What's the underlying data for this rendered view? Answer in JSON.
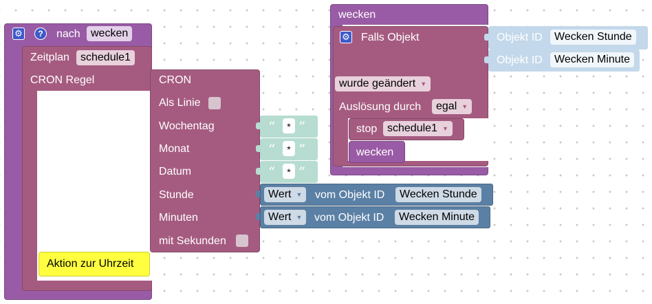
{
  "left_block": {
    "after_label": "nach",
    "after_value": "wecken",
    "schedule_label": "Zeitplan",
    "schedule_value": "schedule1",
    "cron_rule_label": "CRON Regel",
    "action_label": "Aktion zur Uhrzeit"
  },
  "cron_block": {
    "title": "CRON",
    "as_line_label": "Als Linie",
    "weekday_label": "Wochentag",
    "month_label": "Monat",
    "date_label": "Datum",
    "hour_label": "Stunde",
    "minutes_label": "Minuten",
    "seconds_label": "mit Sekunden",
    "weekday_value": "*",
    "month_value": "*",
    "date_value": "*"
  },
  "value_blocks": {
    "hour_value_dropdown": "Wert",
    "hour_from_label": "vom Objekt ID",
    "hour_object": "Wecken Stunde",
    "minute_value_dropdown": "Wert",
    "minute_from_label": "vom Objekt ID",
    "minute_object": "Wecken Minute"
  },
  "right_block": {
    "function_name": "wecken",
    "if_object_label": "Falls Objekt",
    "object_id_label_1": "Objekt ID",
    "object_id_value_1": "Wecken Stunde",
    "object_id_label_2": "Objekt ID",
    "object_id_value_2": "Wecken Minute",
    "changed_dropdown": "wurde geändert",
    "triggered_by_label": "Auslösung durch",
    "triggered_by_value": "egal",
    "stop_label": "stop",
    "stop_value": "schedule1",
    "call_label": "wecken"
  },
  "colors": {
    "purple_block": "#a55b80",
    "procedure_block": "#995ba5",
    "text_block": "#b7dcd1",
    "object_block": "#5b80a5",
    "object_id_block": "#c3d8ea",
    "comment_yellow": "#ffff40"
  }
}
